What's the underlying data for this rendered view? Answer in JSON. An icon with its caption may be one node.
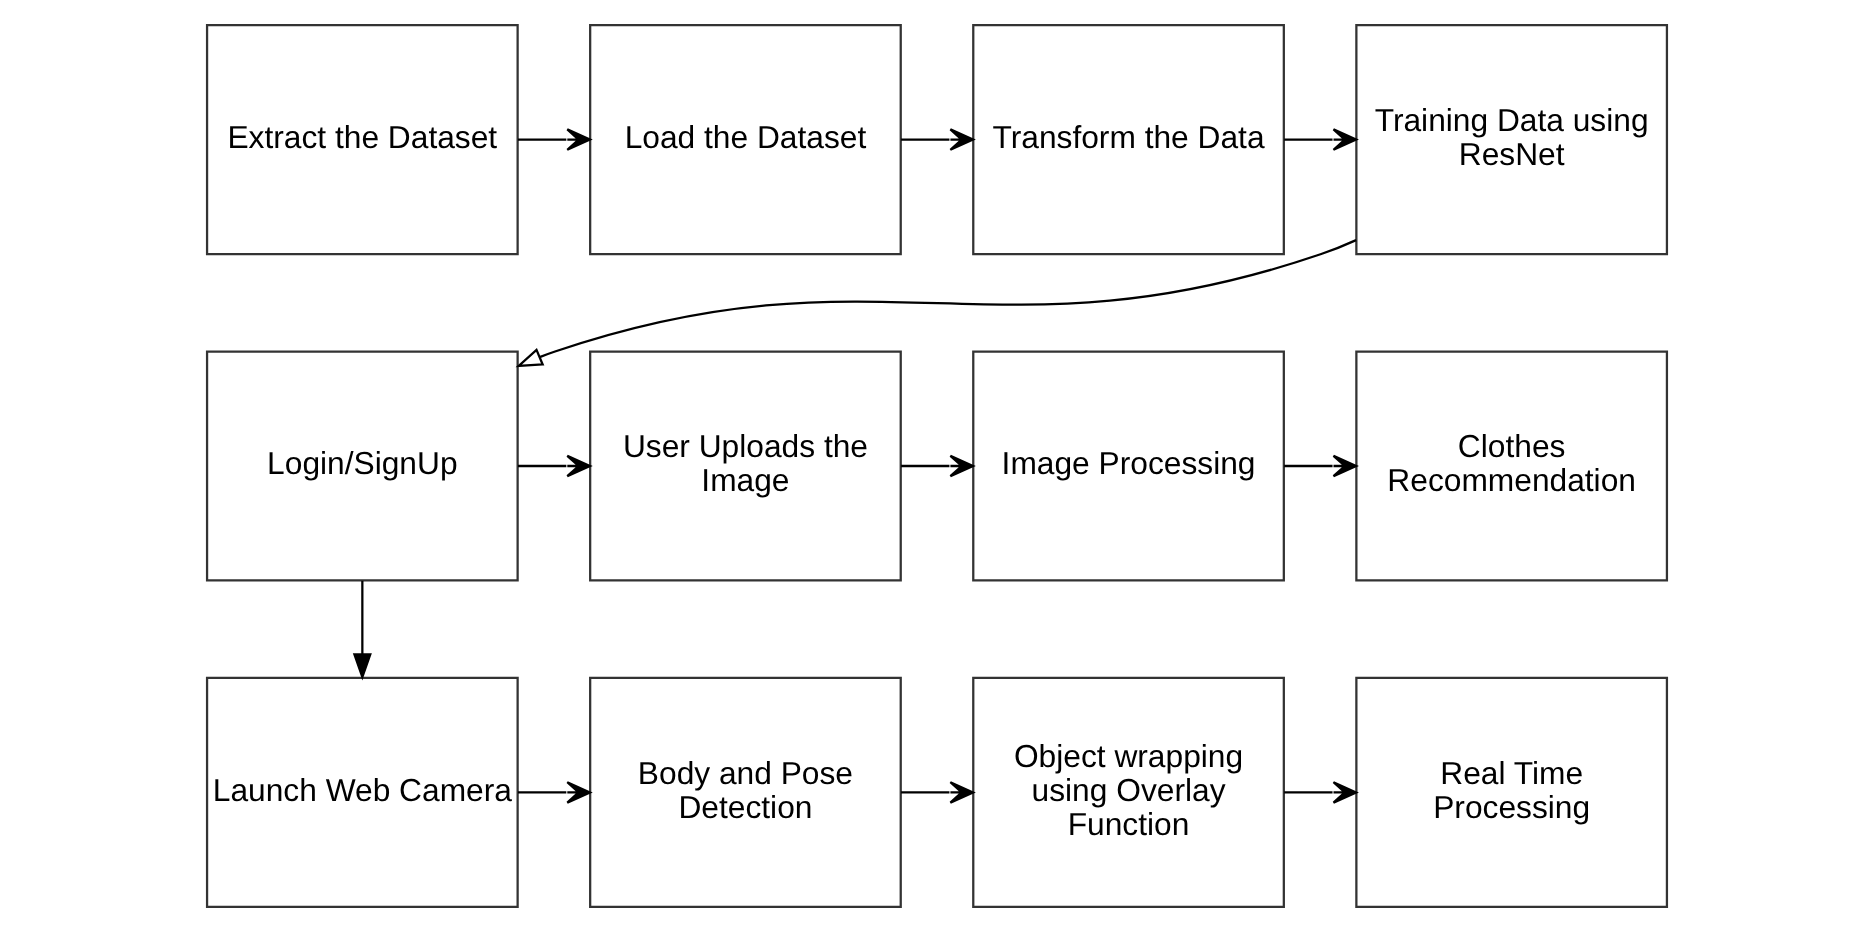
{
  "diagram": {
    "nodes": [
      {
        "text": [
          "Extract the Dataset"
        ]
      },
      {
        "text": [
          "Load the Dataset"
        ]
      },
      {
        "text": [
          "Transform the Data"
        ]
      },
      {
        "text": [
          "Training Data using ResNet"
        ]
      },
      {
        "text": [
          "Login/SignUp"
        ]
      },
      {
        "text": [
          "User Uploads the Image"
        ]
      },
      {
        "text": [
          "Image Processing"
        ]
      },
      {
        "text": [
          "Clothes Recommendation"
        ]
      },
      {
        "text": [
          "Launch Web Camera"
        ]
      },
      {
        "text": [
          "Body and Pose Detection"
        ]
      },
      {
        "text": [
          "Object wrapping using Overlay Function"
        ]
      },
      {
        "text": [
          "Real Time Processing"
        ]
      }
    ],
    "edges": [
      {
        "from": 0,
        "to": 1,
        "arrow": "to"
      },
      {
        "from": 1,
        "to": 2,
        "arrow": "to"
      },
      {
        "from": 2,
        "to": 3,
        "arrow": "to"
      },
      {
        "from": 3,
        "to": 4,
        "arrow": "to"
      },
      {
        "from": 4,
        "to": 5,
        "arrow": "to"
      },
      {
        "from": 5,
        "to": 6,
        "arrow": "to"
      },
      {
        "from": 6,
        "to": 7,
        "arrow": "to"
      },
      {
        "from": 4,
        "to": 8,
        "arrow": "to"
      },
      {
        "from": 8,
        "to": 9,
        "arrow": "to"
      },
      {
        "from": 9,
        "to": 10,
        "arrow": "to"
      },
      {
        "from": 10,
        "to": 11,
        "arrow": "to"
      }
    ]
  }
}
